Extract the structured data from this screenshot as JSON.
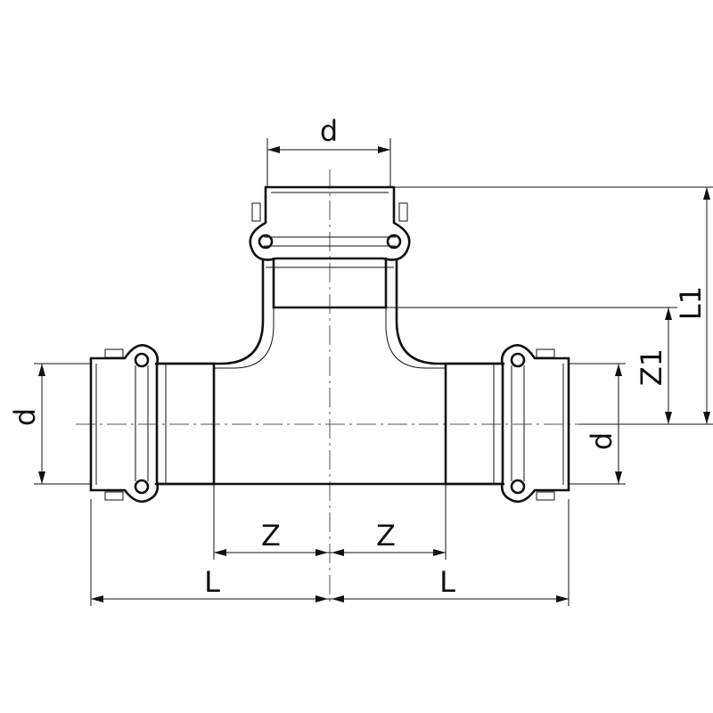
{
  "labels": {
    "top_d": "d",
    "left_d": "d",
    "right_d": "d",
    "z_left": "Z",
    "z_right": "Z",
    "l_left": "L",
    "l_right": "L",
    "z1": "Z1",
    "l1": "L1"
  }
}
